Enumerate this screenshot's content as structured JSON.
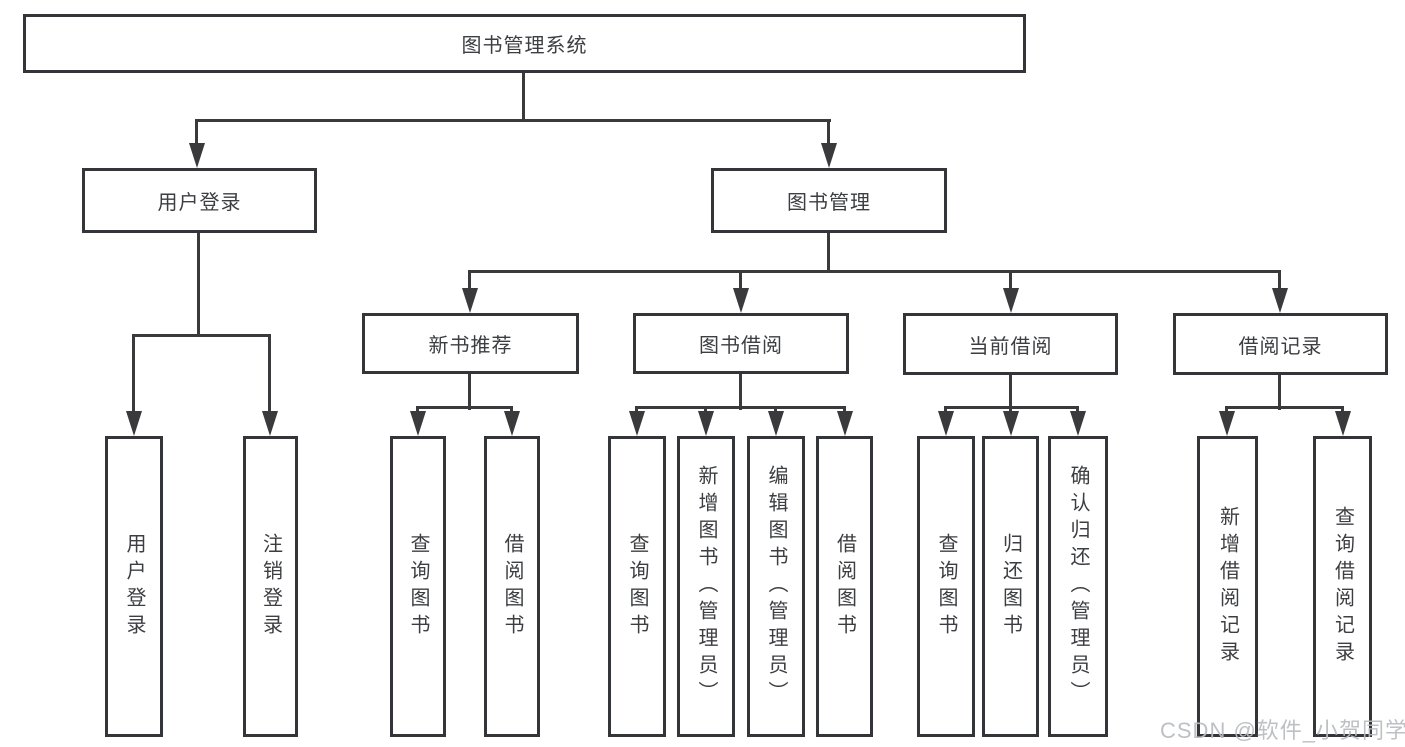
{
  "root": {
    "label": "图书管理系统"
  },
  "branches": [
    {
      "label": "用户登录",
      "leaves": [
        "用户登录",
        "注销登录"
      ]
    },
    {
      "label": "图书管理",
      "sections": [
        {
          "label": "新书推荐",
          "leaves": [
            "查询图书",
            "借阅图书"
          ]
        },
        {
          "label": "图书借阅",
          "leaves": [
            "查询图书",
            "新增图书（管理员）",
            "编辑图书（管理员）",
            "借阅图书"
          ]
        },
        {
          "label": "当前借阅",
          "leaves": [
            "查询图书",
            "归还图书",
            "确认归还（管理员）"
          ]
        },
        {
          "label": "借阅记录",
          "leaves": [
            "新增借阅记录",
            "查询借阅记录"
          ]
        }
      ]
    }
  ],
  "watermark": {
    "text": "CSDN @软件_小贺同学"
  },
  "colors": {
    "line": "#3a3a3c",
    "border": "#343538",
    "text": "#3c3e42",
    "watermark": "#b7bbc0",
    "background": "#ffffff"
  }
}
